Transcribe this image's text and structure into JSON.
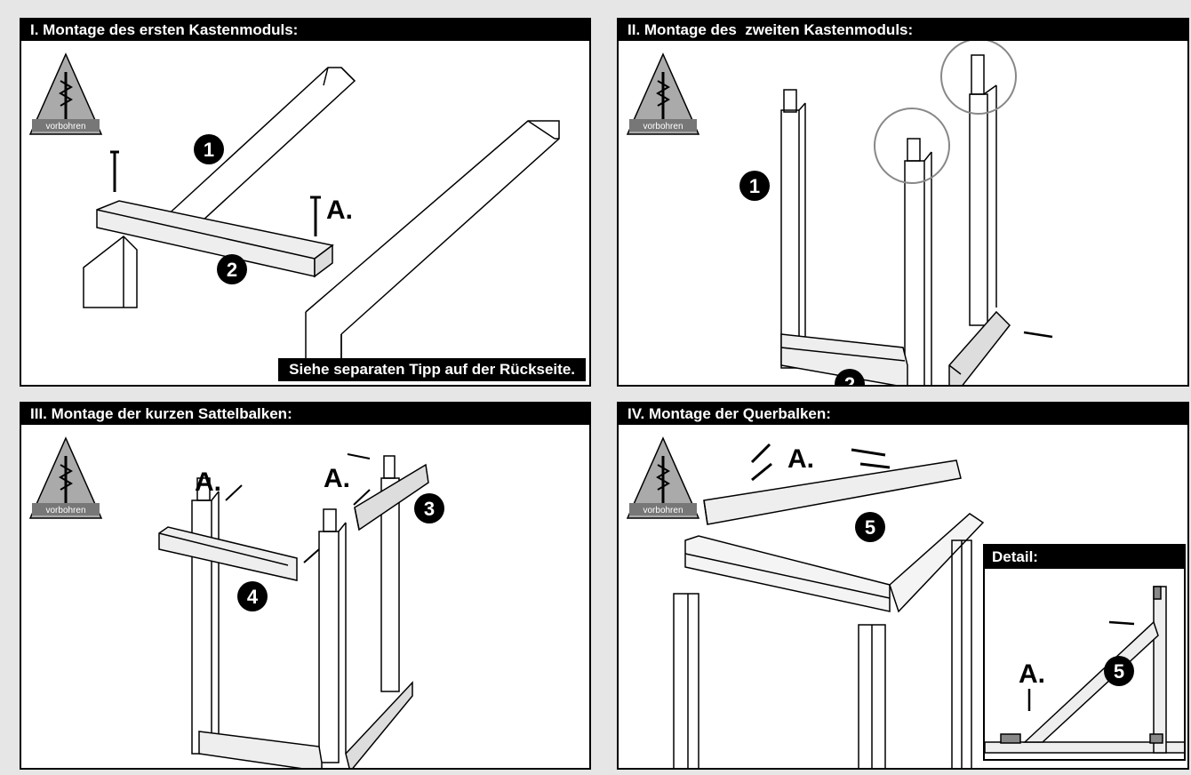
{
  "panels": [
    {
      "title": "I. Montage des ersten Kastenmoduls:",
      "callout": "Siehe separaten Tipp auf der Rückseite."
    },
    {
      "title": "II. Montage des  zweiten Kastenmoduls:"
    },
    {
      "title": "III. Montage der kurzen Sattelbalken:"
    },
    {
      "title": "IV. Montage der Querbalken:",
      "detail_title": "Detail:"
    }
  ],
  "predrill_label": "vorbohren",
  "step_letter": "A.",
  "part_numbers": {
    "p1": "1",
    "p2": "2",
    "p3": "3",
    "p4": "4",
    "p5": "5"
  },
  "colors": {
    "background": "#e6e6e6",
    "panel_header": "#000000",
    "line_art": "#000000",
    "badge": "#000000",
    "predrill_fill": "#888888"
  },
  "icons": [
    "predrill-warning-icon",
    "screw-icon",
    "part-number-badge"
  ]
}
